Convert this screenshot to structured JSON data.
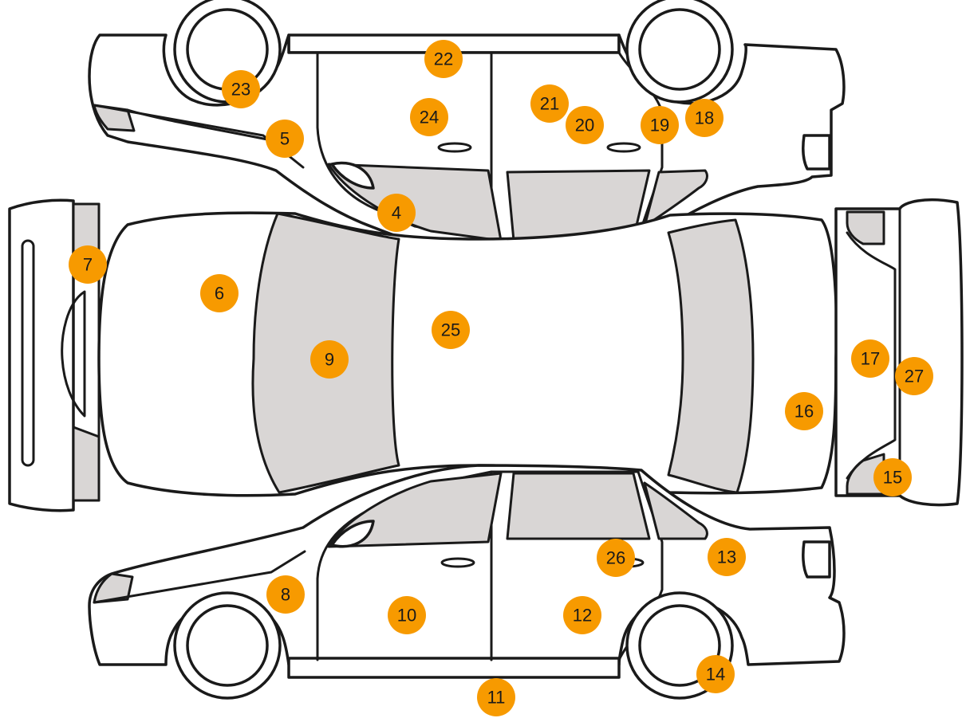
{
  "diagram": {
    "marker_color": "#f79a00",
    "glass_color": "#d9d6d5",
    "markers": [
      {
        "id": "4",
        "part": "4"
      },
      {
        "id": "5",
        "part": "5"
      },
      {
        "id": "6",
        "part": "6"
      },
      {
        "id": "7",
        "part": "7"
      },
      {
        "id": "8",
        "part": "8"
      },
      {
        "id": "9",
        "part": "9"
      },
      {
        "id": "10",
        "part": "10"
      },
      {
        "id": "11",
        "part": "11"
      },
      {
        "id": "12",
        "part": "12"
      },
      {
        "id": "13",
        "part": "13"
      },
      {
        "id": "14",
        "part": "14"
      },
      {
        "id": "15",
        "part": "15"
      },
      {
        "id": "16",
        "part": "16"
      },
      {
        "id": "17",
        "part": "17"
      },
      {
        "id": "18",
        "part": "18"
      },
      {
        "id": "19",
        "part": "19"
      },
      {
        "id": "20",
        "part": "20"
      },
      {
        "id": "21",
        "part": "21"
      },
      {
        "id": "22",
        "part": "22"
      },
      {
        "id": "23",
        "part": "23"
      },
      {
        "id": "24",
        "part": "24"
      },
      {
        "id": "25",
        "part": "25"
      },
      {
        "id": "26",
        "part": "26"
      },
      {
        "id": "27",
        "part": "27"
      }
    ]
  }
}
